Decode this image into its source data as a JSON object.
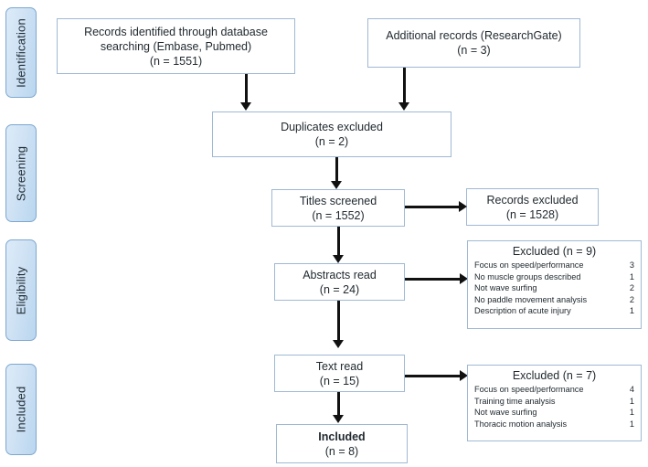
{
  "diagram": {
    "title": "PRISMA study selection flow diagram",
    "accent_border": "#9fb9d4",
    "tab_border": "#7da7cf",
    "tab_fill": "#cfe2f4",
    "connector_color": "#111111"
  },
  "stages": [
    {
      "label": "Identification"
    },
    {
      "label": "Screening"
    },
    {
      "label": "Eligibility"
    },
    {
      "label": "Included"
    }
  ],
  "nodes": {
    "database_search": {
      "line1": "Records identified through database",
      "line2": "searching (Embase, Pubmed)",
      "line3": "(n = 1551)"
    },
    "additional_records": {
      "line1": "Additional records (ResearchGate)",
      "line2": "(n = 3)"
    },
    "duplicates_excluded": {
      "line1": "Duplicates excluded",
      "line2": "(n = 2)"
    },
    "titles_screened": {
      "line1": "Titles screened",
      "line2": "(n = 1552)"
    },
    "records_excluded": {
      "line1": "Records excluded",
      "line2": "(n = 1528)"
    },
    "abstracts_read": {
      "line1": "Abstracts read",
      "line2": "(n = 24)"
    },
    "text_read": {
      "line1": "Text read",
      "line2": "(n = 15)"
    },
    "included": {
      "line1": "Included",
      "line2": "(n = 8)"
    }
  },
  "excluded_abstracts": {
    "title": "Excluded (n = 9)",
    "rows": [
      {
        "reason": "Focus on speed/performance",
        "count": "3"
      },
      {
        "reason": "No muscle groups described",
        "count": "1"
      },
      {
        "reason": "Not wave surfing",
        "count": "2"
      },
      {
        "reason": "No paddle movement analysis",
        "count": "2"
      },
      {
        "reason": "Description of acute injury",
        "count": "1"
      }
    ]
  },
  "excluded_fulltext": {
    "title": "Excluded (n = 7)",
    "rows": [
      {
        "reason": "Focus on speed/performance",
        "count": "4"
      },
      {
        "reason": "Training time analysis",
        "count": "1"
      },
      {
        "reason": "Not wave surfing",
        "count": "1"
      },
      {
        "reason": "Thoracic motion analysis",
        "count": "1"
      }
    ]
  },
  "chart_data": {
    "type": "flowchart",
    "title": "PRISMA flow diagram",
    "stages": [
      "Identification",
      "Screening",
      "Eligibility",
      "Included"
    ],
    "counts": {
      "database_search": 1551,
      "additional_records": 3,
      "duplicates_excluded": 2,
      "titles_screened": 1552,
      "records_excluded": 1528,
      "abstracts_read": 24,
      "abstracts_excluded": 9,
      "text_read": 15,
      "fulltext_excluded": 7,
      "included": 8
    }
  }
}
